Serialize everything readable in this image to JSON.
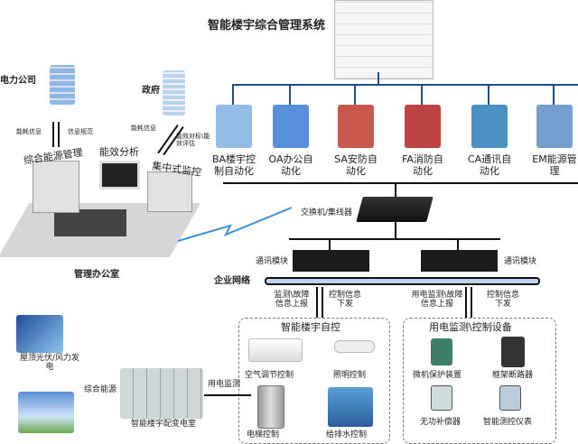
{
  "title": "智能楼宇综合管理系统",
  "left": {
    "power_company": "电力公司",
    "government": "政府",
    "pc_up": "能耗信息",
    "pc_down": "信息规范",
    "gov_up": "能耗信息",
    "gov_down": "能效对标\\能效评估",
    "panels": [
      "综合能源管理",
      "能效分析",
      "集中式监控"
    ],
    "office": "管理办公室"
  },
  "subsystems": [
    {
      "label": "BA楼宇控制自动化",
      "color": "#7fb0e0"
    },
    {
      "label": "OA办公自动化",
      "color": "#3a7bd5"
    },
    {
      "label": "SA安防自动化",
      "color": "#c0392b"
    },
    {
      "label": "FA消防自动化",
      "color": "#b22222"
    },
    {
      "label": "CA通讯自动化",
      "color": "#2c7fb8"
    },
    {
      "label": "EM能源管理",
      "color": "#5b8fc7"
    }
  ],
  "switch_label": "交换机/集线器",
  "comm_module": "通讯模块",
  "network": "企业网络",
  "arrows": {
    "left_up": "监测\\故障信息上报",
    "left_down": "控制信息下发",
    "right_up": "用电监测\\故障信息上报",
    "right_down": "控制信息下发"
  },
  "bottom_left": {
    "solar": "屋顶光伏/风力发电",
    "energy": "综合能源",
    "substation": "智能楼宇配变电室",
    "monitor": "用电监测"
  },
  "building_control": {
    "title": "智能楼宇自控",
    "items": [
      "空气调节控制",
      "照明控制",
      "电梯控制",
      "给排水控制"
    ]
  },
  "power_devices": {
    "title": "用电监测\\控制设备",
    "items": [
      "微机保护装置",
      "框架断路器",
      "无功补偿器",
      "智能测控仪表"
    ]
  }
}
